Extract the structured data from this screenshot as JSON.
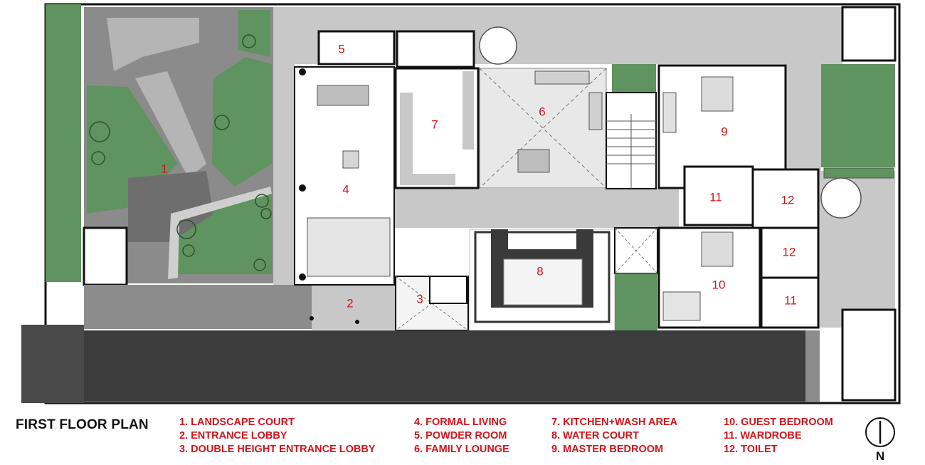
{
  "plan": {
    "title": "FIRST FLOOR PLAN",
    "north_label": "N",
    "colors": {
      "landscape": "#5f935f",
      "paving": "#c8c8c8",
      "wall": "#111111",
      "label": "#d3131a",
      "road": "#3c3c3c"
    },
    "room_labels": [
      {
        "id": "r1",
        "text": "1"
      },
      {
        "id": "r2",
        "text": "2"
      },
      {
        "id": "r3",
        "text": "3"
      },
      {
        "id": "r4",
        "text": "4"
      },
      {
        "id": "r5",
        "text": "5"
      },
      {
        "id": "r6",
        "text": "6"
      },
      {
        "id": "r7",
        "text": "7"
      },
      {
        "id": "r8",
        "text": "8"
      },
      {
        "id": "r9",
        "text": "9"
      },
      {
        "id": "r10",
        "text": "10"
      },
      {
        "id": "r11a",
        "text": "11"
      },
      {
        "id": "r11b",
        "text": "11"
      },
      {
        "id": "r12a",
        "text": "12"
      },
      {
        "id": "r12b",
        "text": "12"
      }
    ],
    "legend": [
      [
        "1. LANDSCAPE COURT",
        "2. ENTRANCE LOBBY",
        "3. DOUBLE HEIGHT ENTRANCE LOBBY"
      ],
      [
        "4. FORMAL LIVING",
        "5. POWDER ROOM",
        "6. FAMILY LOUNGE"
      ],
      [
        "7. KITCHEN+WASH AREA",
        "8. WATER COURT",
        "9. MASTER BEDROOM"
      ],
      [
        "10. GUEST BEDROOM",
        "11. WARDROBE",
        "12. TOILET"
      ]
    ]
  }
}
